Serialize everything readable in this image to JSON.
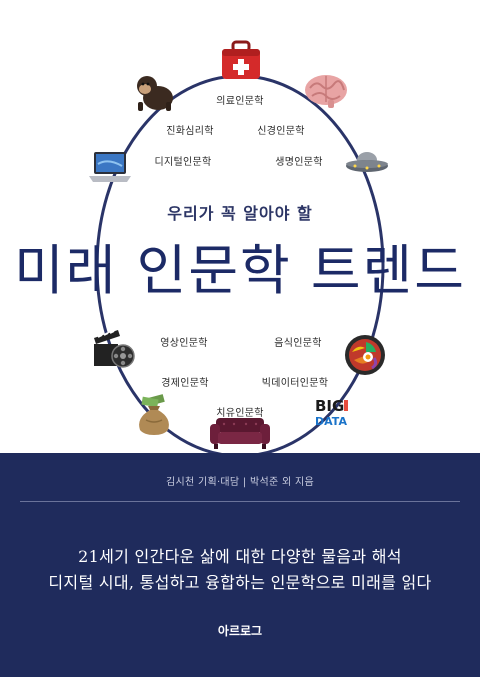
{
  "cover": {
    "subtitle": "우리가 꼭 알아야 할",
    "title": "미래 인문학 트렌드",
    "authors": "김시천 기획·대담 | 박석준 외 지음",
    "description_line1": "21세기 인간다운 삶에 대한 다양한 물음과 해석",
    "description_line2": "디지털 시대, 통섭하고 융합하는 인문학으로 미래를 읽다",
    "publisher": "아르로그",
    "bigdata_text": "BIG DATA",
    "colors": {
      "navy": "#1f2b5c",
      "title": "#1c2a66",
      "ring": "#2a3468"
    }
  },
  "ring_labels": {
    "medical": "의료인문학",
    "evolution_psych": "진화심리학",
    "neuro": "신경인문학",
    "digital": "디지털인문학",
    "biotech": "생명인문학",
    "video": "영상인문학",
    "food": "음식인문학",
    "economy": "경제인문학",
    "bigdata": "빅데이터인문학",
    "healing": "치유인문학"
  },
  "icons": [
    "first-aid-kit-icon",
    "chimpanzee-icon",
    "brain-icon",
    "laptop-icon",
    "ufo-icon",
    "film-camera-icon",
    "bibimbap-bowl-icon",
    "money-bag-icon",
    "big-data-logo-icon",
    "sofa-icon"
  ]
}
